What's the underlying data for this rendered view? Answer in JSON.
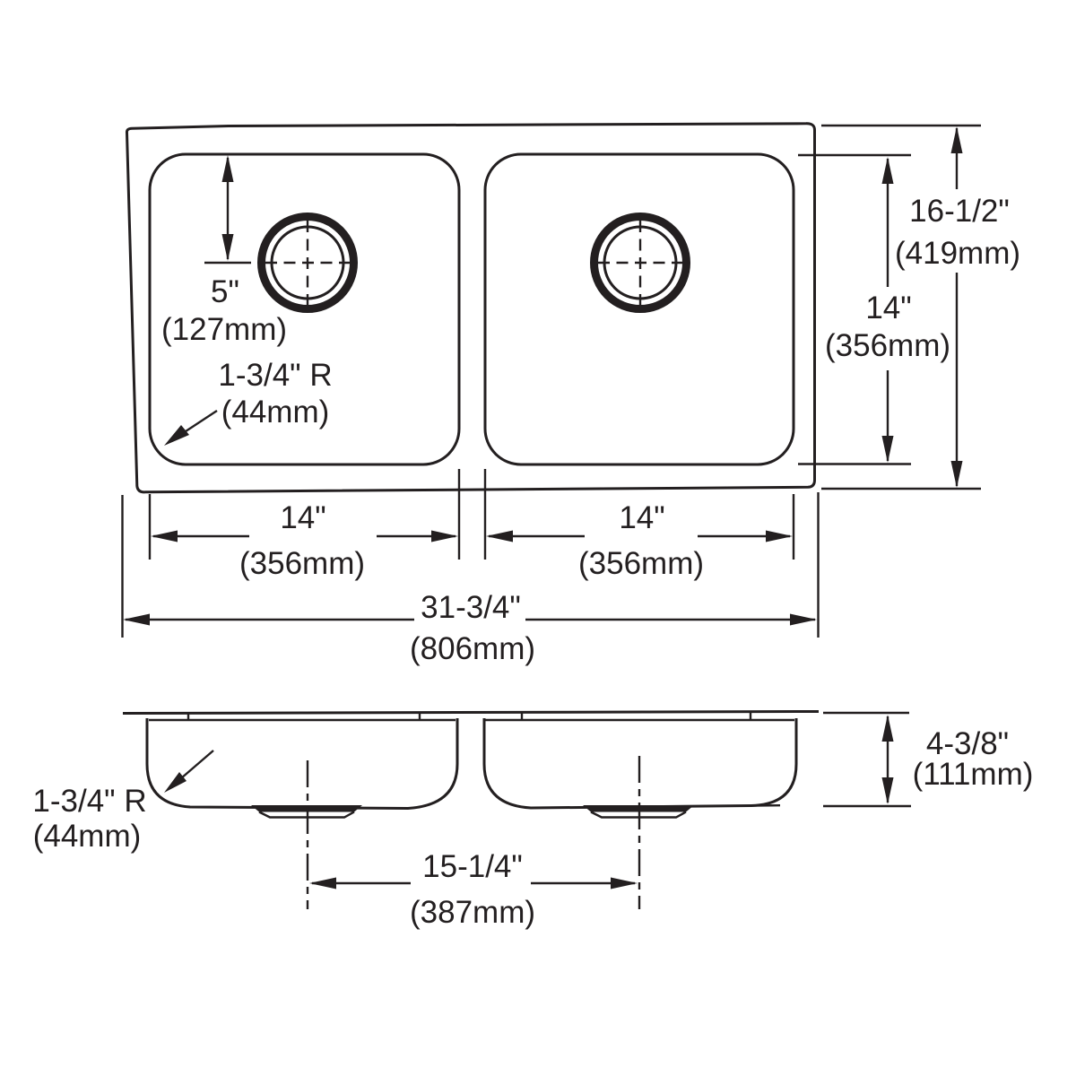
{
  "colors": {
    "ink": "#231f20",
    "background": "#ffffff"
  },
  "diagram": {
    "type": "sink dimension drawing, double equal bowl, plan and section views",
    "top_view": {
      "drain_offset": {
        "in": "5\"",
        "mm": "(127mm)"
      },
      "corner_radius": {
        "in": "1-3/4\" R",
        "mm": "(44mm)"
      },
      "overall_front_to_back": {
        "in": "16-1/2\"",
        "mm": "(419mm)"
      },
      "bowl_front_to_back": {
        "in": "14\"",
        "mm": "(356mm)"
      },
      "left_bowl_width": {
        "in": "14\"",
        "mm": "(356mm)"
      },
      "right_bowl_width": {
        "in": "14\"",
        "mm": "(356mm)"
      },
      "overall_width": {
        "in": "31-3/4\"",
        "mm": "(806mm)"
      }
    },
    "side_view": {
      "corner_radius": {
        "in": "1-3/4\" R",
        "mm": "(44mm)"
      },
      "bowl_depth": {
        "in": "4-3/8\"",
        "mm": "(111mm)"
      },
      "drain_spacing": {
        "in": "15-1/4\"",
        "mm": "(387mm)"
      }
    }
  }
}
